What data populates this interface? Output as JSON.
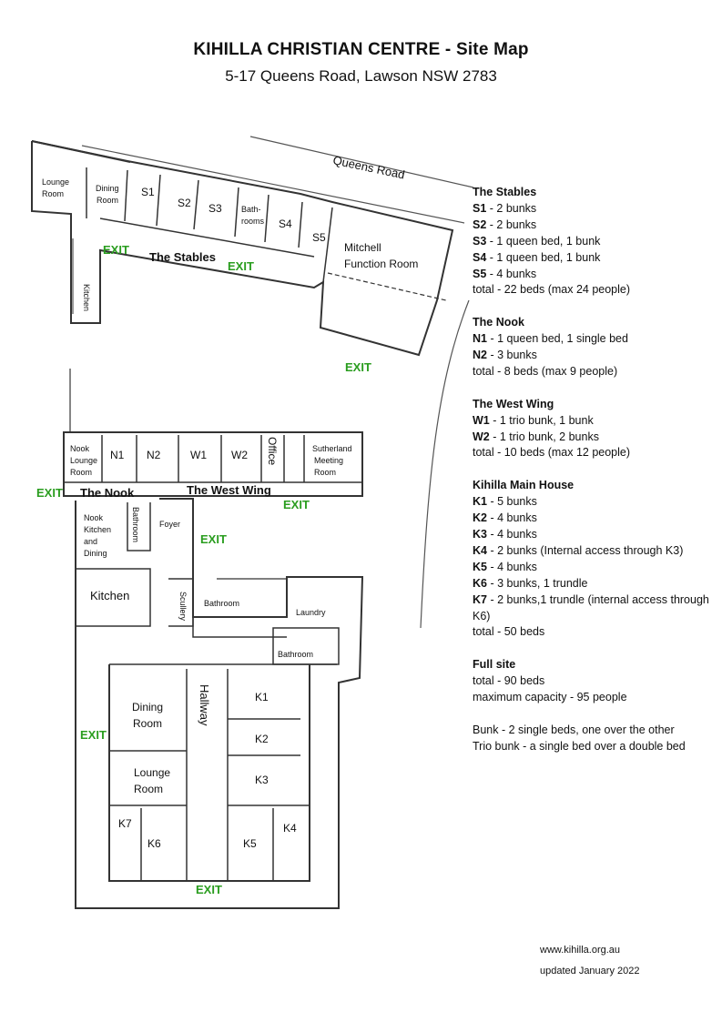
{
  "header": {
    "title": "KIHILLA CHRISTIAN CENTRE - Site Map",
    "address": "5-17 Queens Road, Lawson NSW 2783"
  },
  "map": {
    "road": "Queens Road",
    "wings": {
      "stables": "The Stables",
      "nook": "The Nook",
      "west_wing": "The West Wing"
    },
    "exit_label": "EXIT",
    "rooms": {
      "lounge_room_top_1": "Lounge",
      "lounge_room_top_2": "Room",
      "dining_room_top_1": "Dining",
      "dining_room_top_2": "Room",
      "kitchen_top": "Kitchen",
      "s1": "S1",
      "s2": "S2",
      "s3": "S3",
      "s4": "S4",
      "s5": "S5",
      "bathrooms_top_1": "Bath-",
      "bathrooms_top_2": "rooms",
      "mitchell_1": "Mitchell",
      "mitchell_2": "Function Room",
      "nook_lounge_1": "Nook",
      "nook_lounge_2": "Lounge",
      "nook_lounge_3": "Room",
      "n1": "N1",
      "n2": "N2",
      "w1": "W1",
      "w2": "W2",
      "office": "Office",
      "sutherland_1": "Sutherland",
      "sutherland_2": "Meeting",
      "sutherland_3": "Room",
      "nook_kitchen_1": "Nook",
      "nook_kitchen_2": "Kitchen",
      "nook_kitchen_3": "and",
      "nook_kitchen_4": "Dining",
      "bathroom_nook": "Bathroom",
      "foyer": "Foyer",
      "kitchen_main": "Kitchen",
      "scullery": "Scullery",
      "bathroom_main": "Bathroom",
      "laundry": "Laundry",
      "bathroom_right": "Bathroom",
      "hallway": "Hallway",
      "dining_main_1": "Dining",
      "dining_main_2": "Room",
      "lounge_main_1": "Lounge",
      "lounge_main_2": "Room",
      "k1": "K1",
      "k2": "K2",
      "k3": "K3",
      "k4": "K4",
      "k5": "K5",
      "k6": "K6",
      "k7": "K7"
    }
  },
  "legend": {
    "stables": {
      "heading": "The Stables",
      "items": [
        {
          "code": "S1",
          "text": " - 2 bunks"
        },
        {
          "code": "S2",
          "text": " - 2 bunks"
        },
        {
          "code": "S3",
          "text": " - 1 queen bed, 1 bunk"
        },
        {
          "code": "S4",
          "text": " - 1 queen bed, 1 bunk"
        },
        {
          "code": "S5",
          "text": " - 4 bunks"
        }
      ],
      "total": "total - 22 beds (max 24 people)"
    },
    "nook": {
      "heading": "The Nook",
      "items": [
        {
          "code": "N1",
          "text": " - 1 queen bed, 1 single bed"
        },
        {
          "code": "N2",
          "text": " - 3 bunks"
        }
      ],
      "total": "total - 8 beds (max 9 people)"
    },
    "west_wing": {
      "heading": "The West Wing",
      "items": [
        {
          "code": "W1",
          "text": " - 1 trio bunk, 1 bunk"
        },
        {
          "code": "W2",
          "text": " - 1 trio bunk, 2 bunks"
        }
      ],
      "total": "total - 10 beds (max 12 people)"
    },
    "main_house": {
      "heading": "Kihilla Main House",
      "items": [
        {
          "code": "K1",
          "text": " - 5 bunks"
        },
        {
          "code": "K2",
          "text": " - 4 bunks"
        },
        {
          "code": "K3",
          "text": " - 4 bunks"
        },
        {
          "code": "K4",
          "text": " - 2 bunks (Internal access through K3)"
        },
        {
          "code": "K5",
          "text": " - 4 bunks"
        },
        {
          "code": "K6",
          "text": " - 3 bunks, 1 trundle"
        },
        {
          "code": "K7",
          "text": " - 2 bunks,1 trundle (internal access through K6)"
        }
      ],
      "total": "total - 50 beds"
    },
    "full_site": {
      "heading": "Full site",
      "total": "total - 90 beds",
      "capacity": "maximum capacity - 95 people"
    },
    "definitions": {
      "bunk": "Bunk - 2 single beds, one over the other",
      "trio": "Trio bunk - a single bed over a double bed"
    }
  },
  "footer": {
    "website": "www.kihilla.org.au",
    "updated": "updated January 2022"
  }
}
